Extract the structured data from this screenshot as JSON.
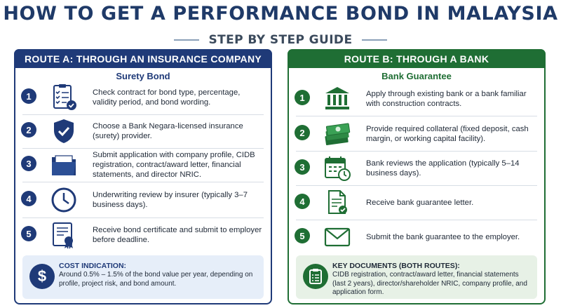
{
  "title": "HOW TO GET A PERFORMANCE BOND IN MALAYSIA",
  "subtitle": "STEP BY STEP GUIDE",
  "route_a": {
    "header": "ROUTE A: THROUGH AN INSURANCE COMPANY",
    "subheader": "Surety Bond",
    "steps": [
      {
        "num": "1",
        "icon": "checklist-icon",
        "text": "Check contract for bond type, percentage, validity period, and bond wording."
      },
      {
        "num": "2",
        "icon": "shield-check-icon",
        "text": "Choose a Bank Negara-licensed insurance (surety) provider."
      },
      {
        "num": "3",
        "icon": "folder-icon",
        "text": "Submit application with company profile, CIDB registration, contract/award letter, financial statements, and director NRIC."
      },
      {
        "num": "4",
        "icon": "clock-icon",
        "text": "Underwriting review by insurer (typically 3–7 business days)."
      },
      {
        "num": "5",
        "icon": "certificate-icon",
        "text": "Receive bond certificate and submit to employer before deadline."
      }
    ],
    "note": {
      "icon": "dollar-icon",
      "title": "COST INDICATION:",
      "body": "Around 0.5% – 1.5% of the bond value per year, depending on profile, project risk, and bond amount."
    }
  },
  "route_b": {
    "header": "ROUTE B: THROUGH A BANK",
    "subheader": "Bank Guarantee",
    "steps": [
      {
        "num": "1",
        "icon": "bank-icon",
        "text": "Apply through existing bank or a bank familiar with construction contracts."
      },
      {
        "num": "2",
        "icon": "cash-icon",
        "text": "Provide required collateral (fixed deposit, cash margin, or working capital facility)."
      },
      {
        "num": "3",
        "icon": "calendar-clock-icon",
        "text": "Bank reviews the application (typically 5–14 business days)."
      },
      {
        "num": "4",
        "icon": "document-check-icon",
        "text": "Receive bank guarantee letter."
      },
      {
        "num": "5",
        "icon": "envelope-icon",
        "text": "Submit the bank guarantee to the employer."
      }
    ],
    "note": {
      "icon": "clipboard-icon",
      "title": "KEY DOCUMENTS (BOTH ROUTES):",
      "body": "CIDB registration, contract/award letter, financial statements (last 2 years), director/shareholder NRIC, company profile, and application form."
    }
  },
  "colors": {
    "navy": "#1f3a78",
    "green": "#1f6e34",
    "title": "#1f3a68"
  }
}
